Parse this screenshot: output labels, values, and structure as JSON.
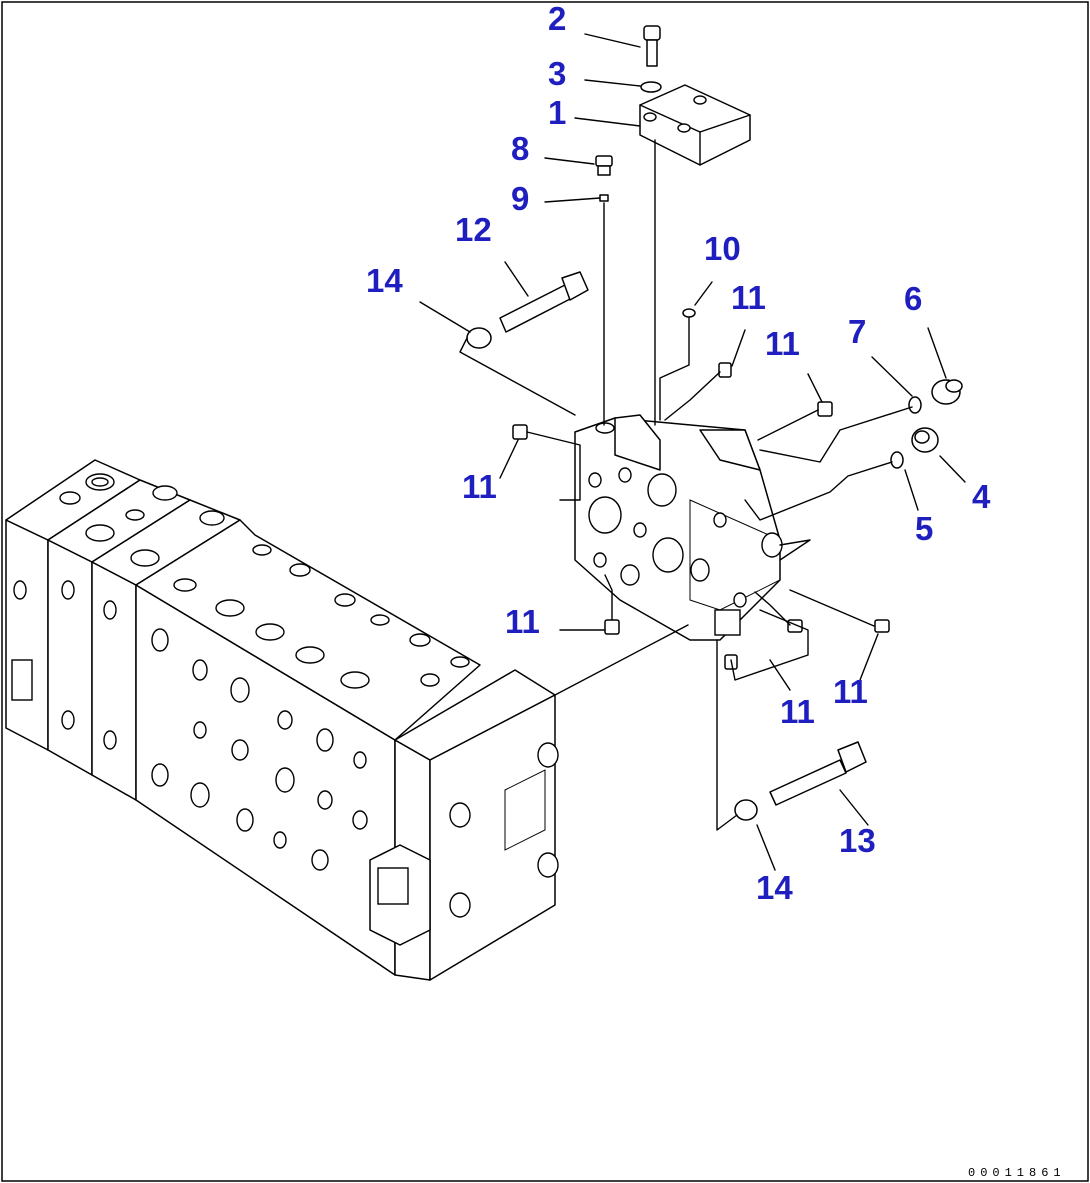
{
  "callouts": [
    {
      "id": "c2",
      "text": "2"
    },
    {
      "id": "c3",
      "text": "3"
    },
    {
      "id": "c1",
      "text": "1"
    },
    {
      "id": "c8",
      "text": "8"
    },
    {
      "id": "c9",
      "text": "9"
    },
    {
      "id": "c12",
      "text": "12"
    },
    {
      "id": "c10",
      "text": "10"
    },
    {
      "id": "c14a",
      "text": "14"
    },
    {
      "id": "c11a",
      "text": "11"
    },
    {
      "id": "c11b",
      "text": "11"
    },
    {
      "id": "c6",
      "text": "6"
    },
    {
      "id": "c7",
      "text": "7"
    },
    {
      "id": "c4",
      "text": "4"
    },
    {
      "id": "c5",
      "text": "5"
    },
    {
      "id": "c11c",
      "text": "11"
    },
    {
      "id": "c11d",
      "text": "11"
    },
    {
      "id": "c11e",
      "text": "11"
    },
    {
      "id": "c11f",
      "text": "11"
    },
    {
      "id": "c13",
      "text": "13"
    },
    {
      "id": "c14b",
      "text": "14"
    }
  ],
  "drawing_number": "00011861",
  "colors": {
    "callout": "#1f1fbf",
    "line": "#000000",
    "background": "#ffffff"
  }
}
